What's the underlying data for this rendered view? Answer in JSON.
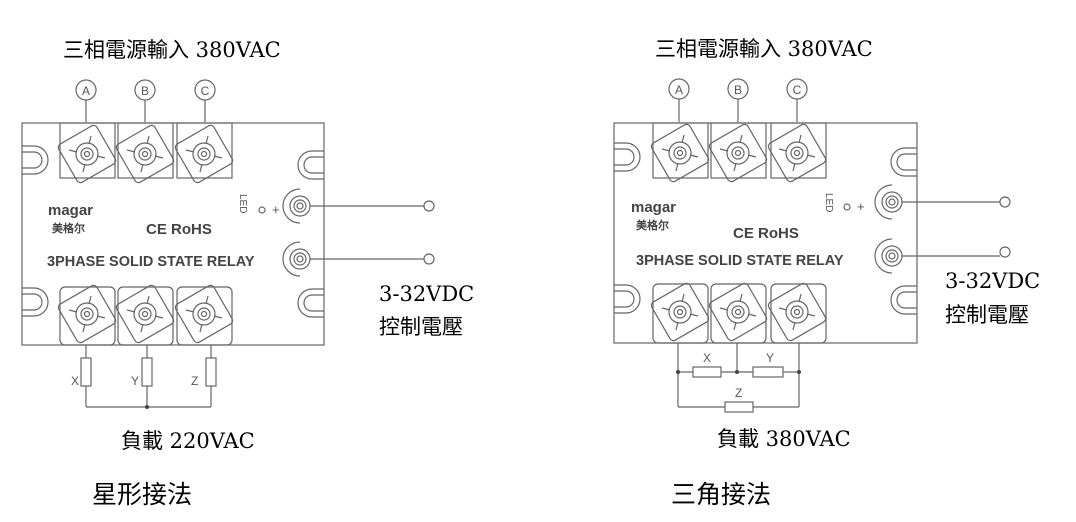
{
  "diagrams": [
    {
      "id": "star",
      "input_label": "三相電源輸入 380VAC",
      "phases": [
        "A",
        "B",
        "C"
      ],
      "loads": [
        "X",
        "Y",
        "Z"
      ],
      "load_label": "負載 220VAC",
      "control_label_1": "3-32VDC",
      "control_label_2": "控制電壓",
      "title": "星形接法"
    },
    {
      "id": "delta",
      "input_label": "三相電源輸入 380VAC",
      "phases": [
        "A",
        "B",
        "C"
      ],
      "loads": [
        "X",
        "Y",
        "Z"
      ],
      "load_label": "負載 380VAC",
      "control_label_1": "3-32VDC",
      "control_label_2": "控制電壓",
      "title": "三角接法"
    }
  ],
  "relay": {
    "brand": "magar",
    "brand_cn": "美格尔",
    "certs": "CE RoHS",
    "model_text": "3PHASE SOLID STATE RELAY",
    "led_label": "LED",
    "plus": "+"
  }
}
